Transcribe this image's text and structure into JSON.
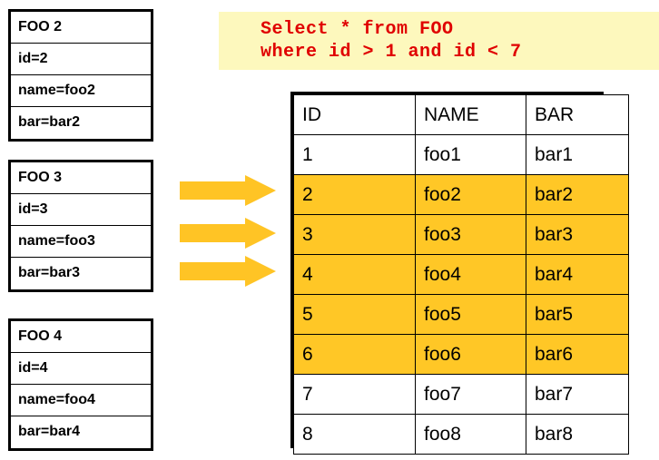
{
  "records": [
    {
      "title": "FOO 2",
      "fields": [
        "id=2",
        "name=foo2",
        "bar=bar2"
      ]
    },
    {
      "title": "FOO 3",
      "fields": [
        "id=3",
        "name=foo3",
        "bar=bar3"
      ]
    },
    {
      "title": "FOO 4",
      "fields": [
        "id=4",
        "name=foo4",
        "bar=bar4"
      ]
    }
  ],
  "query": {
    "line1": "Select * from FOO",
    "line2": "where id > 1 and id < 7",
    "text_color": "#e00000",
    "background_color": "#fdf8bd"
  },
  "arrows": {
    "count": 3,
    "direction": "right",
    "color": "#ffc425"
  },
  "table": {
    "columns": [
      "ID",
      "NAME",
      "BAR"
    ],
    "highlight_color": "#ffc726",
    "rows": [
      {
        "id": "1",
        "name": "foo1",
        "bar": "bar1",
        "highlighted": false
      },
      {
        "id": "2",
        "name": "foo2",
        "bar": "bar2",
        "highlighted": true
      },
      {
        "id": "3",
        "name": "foo3",
        "bar": "bar3",
        "highlighted": true
      },
      {
        "id": "4",
        "name": "foo4",
        "bar": "bar4",
        "highlighted": true
      },
      {
        "id": "5",
        "name": "foo5",
        "bar": "bar5",
        "highlighted": true
      },
      {
        "id": "6",
        "name": "foo6",
        "bar": "bar6",
        "highlighted": true
      },
      {
        "id": "7",
        "name": "foo7",
        "bar": "bar7",
        "highlighted": false
      },
      {
        "id": "8",
        "name": "foo8",
        "bar": "bar8",
        "highlighted": false
      }
    ]
  }
}
